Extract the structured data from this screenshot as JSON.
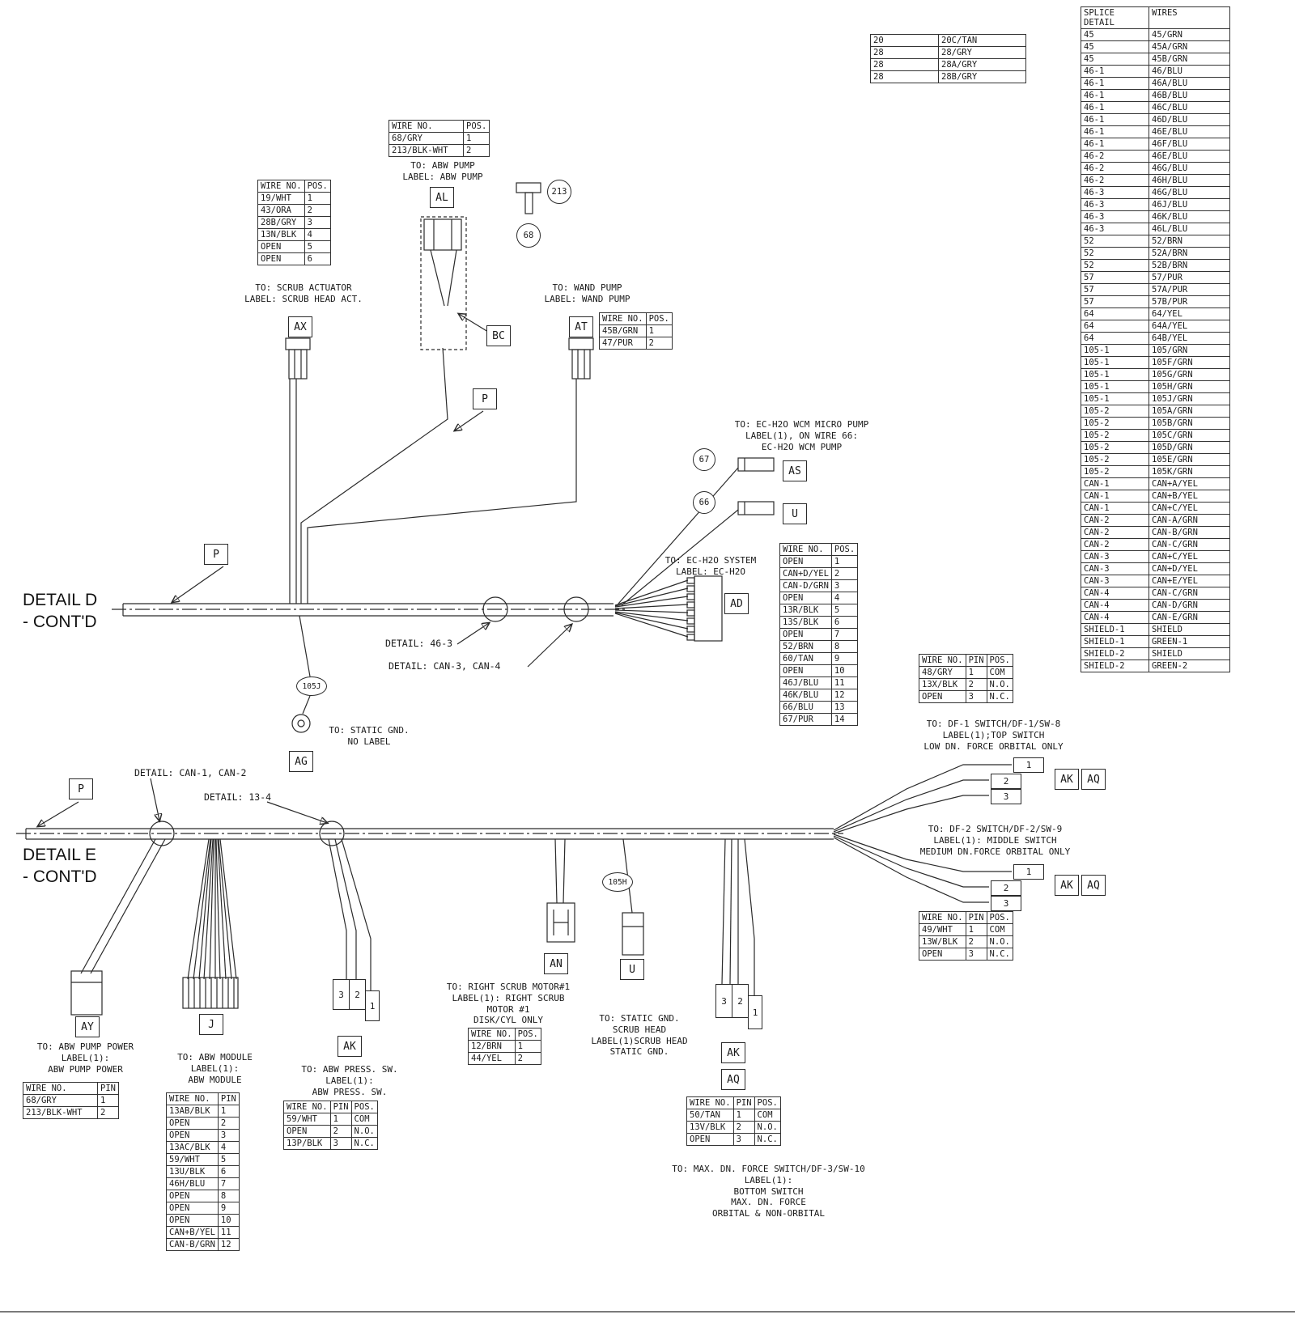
{
  "diagram": {
    "detail_d": "DETAIL D\n- CONT'D",
    "detail_e": "DETAIL E\n- CONT'D"
  },
  "labels": {
    "p": "P",
    "al": "AL",
    "ax": "AX",
    "at": "AT",
    "bc": "BC",
    "as": "AS",
    "u": "U",
    "ad": "AD",
    "ag": "AG",
    "ay": "AY",
    "j": "J",
    "ak": "AK",
    "aq": "AQ",
    "an": "AN"
  },
  "circles": {
    "c213": "213",
    "c68": "68",
    "c67": "67",
    "c66": "66",
    "c105j": "105J",
    "c105h": "105H"
  },
  "pins": {
    "p123": [
      "1",
      "2",
      "3"
    ],
    "p321": [
      "3",
      "2",
      "1"
    ]
  },
  "notes": {
    "abw_pump": "TO: ABW PUMP\nLABEL: ABW PUMP",
    "scrub_actuator": "TO: SCRUB ACTUATOR\nLABEL: SCRUB HEAD ACT.",
    "wand_pump": "TO: WAND PUMP\nLABEL: WAND PUMP",
    "wcm_pump": "TO: EC-H2O WCM MICRO PUMP\nLABEL(1), ON WIRE 66:\nEC-H2O WCM PUMP",
    "ech2o": "TO: EC-H2O SYSTEM\nLABEL: EC-H2O",
    "detail_46_3": "DETAIL: 46-3",
    "detail_can34": "DETAIL: CAN-3, CAN-4",
    "static_gnd": "TO: STATIC GND.\nNO LABEL",
    "df1": "TO: DF-1 SWITCH/DF-1/SW-8\nLABEL(1);TOP SWITCH\nLOW DN. FORCE ORBITAL ONLY",
    "df2": "TO: DF-2 SWITCH/DF-2/SW-9\nLABEL(1): MIDDLE SWITCH\nMEDIUM DN.FORCE ORBITAL ONLY",
    "detail_can12": "DETAIL: CAN-1, CAN-2",
    "detail_13_4": "DETAIL: 13-4",
    "abw_pump_power": "TO: ABW PUMP POWER\nLABEL(1):\nABW PUMP POWER",
    "abw_module": "TO: ABW MODULE\nLABEL(1):\nABW MODULE",
    "abw_press": "TO: ABW PRESS. SW.\nLABEL(1):\nABW PRESS. SW.",
    "right_scrub": "TO: RIGHT SCRUB MOTOR#1\nLABEL(1): RIGHT SCRUB\nMOTOR #1\nDISK/CYL ONLY",
    "static_gnd_scrub": "TO: STATIC GND.\nSCRUB HEAD\nLABEL(1)SCRUB HEAD\nSTATIC GND.",
    "df3": "TO: MAX. DN. FORCE SWITCH/DF-3/SW-10\nLABEL(1):\nBOTTOM SWITCH\nMAX. DN. FORCE\nORBITAL & NON-ORBITAL"
  },
  "tables": {
    "splice": {
      "columns": [
        "SPLICE\nDETAIL",
        "WIRES"
      ],
      "rows": [
        [
          "45",
          "45/GRN"
        ],
        [
          "45",
          "45A/GRN"
        ],
        [
          "45",
          "45B/GRN"
        ],
        [
          "46-1",
          "46/BLU"
        ],
        [
          "46-1",
          "46A/BLU"
        ],
        [
          "46-1",
          "46B/BLU"
        ],
        [
          "46-1",
          "46C/BLU"
        ],
        [
          "46-1",
          "46D/BLU"
        ],
        [
          "46-1",
          "46E/BLU"
        ],
        [
          "46-1",
          "46F/BLU"
        ],
        [
          "46-2",
          "46E/BLU"
        ],
        [
          "46-2",
          "46G/BLU"
        ],
        [
          "46-2",
          "46H/BLU"
        ],
        [
          "46-3",
          "46G/BLU"
        ],
        [
          "46-3",
          "46J/BLU"
        ],
        [
          "46-3",
          "46K/BLU"
        ],
        [
          "46-3",
          "46L/BLU"
        ],
        [
          "52",
          "52/BRN"
        ],
        [
          "52",
          "52A/BRN"
        ],
        [
          "52",
          "52B/BRN"
        ],
        [
          "57",
          "57/PUR"
        ],
        [
          "57",
          "57A/PUR"
        ],
        [
          "57",
          "57B/PUR"
        ],
        [
          "64",
          "64/YEL"
        ],
        [
          "64",
          "64A/YEL"
        ],
        [
          "64",
          "64B/YEL"
        ],
        [
          "105-1",
          "105/GRN"
        ],
        [
          "105-1",
          "105F/GRN"
        ],
        [
          "105-1",
          "105G/GRN"
        ],
        [
          "105-1",
          "105H/GRN"
        ],
        [
          "105-1",
          "105J/GRN"
        ],
        [
          "105-2",
          "105A/GRN"
        ],
        [
          "105-2",
          "105B/GRN"
        ],
        [
          "105-2",
          "105C/GRN"
        ],
        [
          "105-2",
          "105D/GRN"
        ],
        [
          "105-2",
          "105E/GRN"
        ],
        [
          "105-2",
          "105K/GRN"
        ],
        [
          "CAN-1",
          "CAN+A/YEL"
        ],
        [
          "CAN-1",
          "CAN+B/YEL"
        ],
        [
          "CAN-1",
          "CAN+C/YEL"
        ],
        [
          "CAN-2",
          "CAN-A/GRN"
        ],
        [
          "CAN-2",
          "CAN-B/GRN"
        ],
        [
          "CAN-2",
          "CAN-C/GRN"
        ],
        [
          "CAN-3",
          "CAN+C/YEL"
        ],
        [
          "CAN-3",
          "CAN+D/YEL"
        ],
        [
          "CAN-3",
          "CAN+E/YEL"
        ],
        [
          "CAN-4",
          "CAN-C/GRN"
        ],
        [
          "CAN-4",
          "CAN-D/GRN"
        ],
        [
          "CAN-4",
          "CAN-E/GRN"
        ],
        [
          "SHIELD-1",
          "SHIELD"
        ],
        [
          "SHIELD-1",
          "GREEN-1"
        ],
        [
          "SHIELD-2",
          "SHIELD"
        ],
        [
          "SHIELD-2",
          "GREEN-2"
        ]
      ]
    },
    "top_codes": {
      "columns": [],
      "rows": [
        [
          "20",
          "20C/TAN"
        ],
        [
          "28",
          "28/GRY"
        ],
        [
          "28",
          "28A/GRY"
        ],
        [
          "28",
          "28B/GRY"
        ]
      ]
    },
    "abw_pump": {
      "columns": [
        "WIRE NO.",
        "POS."
      ],
      "rows": [
        [
          "68/GRY",
          "1"
        ],
        [
          "213/BLK-WHT",
          "2"
        ]
      ]
    },
    "scrub_actuator": {
      "columns": [
        "WIRE NO.",
        "POS."
      ],
      "rows": [
        [
          "19/WHT",
          "1"
        ],
        [
          "43/ORA",
          "2"
        ],
        [
          "28B/GRY",
          "3"
        ],
        [
          "13N/BLK",
          "4"
        ],
        [
          "OPEN",
          "5"
        ],
        [
          "OPEN",
          "6"
        ]
      ]
    },
    "wand_pump": {
      "columns": [
        "WIRE NO.",
        "POS."
      ],
      "rows": [
        [
          "45B/GRN",
          "1"
        ],
        [
          "47/PUR",
          "2"
        ]
      ]
    },
    "ech2o_system": {
      "columns": [
        "WIRE NO.",
        "POS."
      ],
      "rows": [
        [
          "OPEN",
          "1"
        ],
        [
          "CAN+D/YEL",
          "2"
        ],
        [
          "CAN-D/GRN",
          "3"
        ],
        [
          "OPEN",
          "4"
        ],
        [
          "13R/BLK",
          "5"
        ],
        [
          "13S/BLK",
          "6"
        ],
        [
          "OPEN",
          "7"
        ],
        [
          "52/BRN",
          "8"
        ],
        [
          "60/TAN",
          "9"
        ],
        [
          "OPEN",
          "10"
        ],
        [
          "46J/BLU",
          "11"
        ],
        [
          "46K/BLU",
          "12"
        ],
        [
          "66/BLU",
          "13"
        ],
        [
          "67/PUR",
          "14"
        ]
      ]
    },
    "df1": {
      "columns": [
        "WIRE NO.",
        "PIN",
        "POS."
      ],
      "rows": [
        [
          "48/GRY",
          "1",
          "COM"
        ],
        [
          "13X/BLK",
          "2",
          "N.O."
        ],
        [
          "OPEN",
          "3",
          "N.C."
        ]
      ]
    },
    "df2": {
      "columns": [
        "WIRE NO.",
        "PIN",
        "POS."
      ],
      "rows": [
        [
          "49/WHT",
          "1",
          "COM"
        ],
        [
          "13W/BLK",
          "2",
          "N.O."
        ],
        [
          "OPEN",
          "3",
          "N.C."
        ]
      ]
    },
    "abw_pump_power": {
      "columns": [
        "WIRE NO.",
        "PIN"
      ],
      "rows": [
        [
          "68/GRY",
          "1"
        ],
        [
          "213/BLK-WHT",
          "2"
        ]
      ]
    },
    "abw_module": {
      "columns": [
        "WIRE NO.",
        "PIN"
      ],
      "rows": [
        [
          "13AB/BLK",
          "1"
        ],
        [
          "OPEN",
          "2"
        ],
        [
          "OPEN",
          "3"
        ],
        [
          "13AC/BLK",
          "4"
        ],
        [
          "59/WHT",
          "5"
        ],
        [
          "13U/BLK",
          "6"
        ],
        [
          "46H/BLU",
          "7"
        ],
        [
          "OPEN",
          "8"
        ],
        [
          "OPEN",
          "9"
        ],
        [
          "OPEN",
          "10"
        ],
        [
          "CAN+B/YEL",
          "11"
        ],
        [
          "CAN-B/GRN",
          "12"
        ]
      ]
    },
    "abw_press": {
      "columns": [
        "WIRE NO.",
        "PIN",
        "POS."
      ],
      "rows": [
        [
          "59/WHT",
          "1",
          "COM"
        ],
        [
          "OPEN",
          "2",
          "N.O."
        ],
        [
          "13P/BLK",
          "3",
          "N.C."
        ]
      ]
    },
    "right_scrub": {
      "columns": [
        "WIRE NO.",
        "POS."
      ],
      "rows": [
        [
          "12/BRN",
          "1"
        ],
        [
          "44/YEL",
          "2"
        ]
      ]
    },
    "df3": {
      "columns": [
        "WIRE NO.",
        "PIN",
        "POS."
      ],
      "rows": [
        [
          "50/TAN",
          "1",
          "COM"
        ],
        [
          "13V/BLK",
          "2",
          "N.O."
        ],
        [
          "OPEN",
          "3",
          "N.C."
        ]
      ]
    }
  }
}
